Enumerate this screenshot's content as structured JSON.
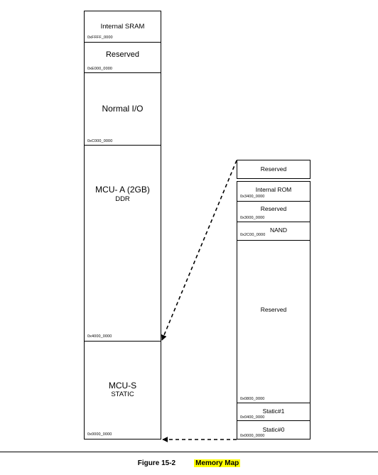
{
  "left_map": [
    {
      "label": "Internal SRAM",
      "sublabel": "",
      "address": "0xFFFF_0000"
    },
    {
      "label": "Reserved",
      "sublabel": "",
      "address": "0xE000_0000"
    },
    {
      "label": "Normal I/O",
      "sublabel": "",
      "address": "0xC000_0000"
    },
    {
      "label": "MCU- A (2GB)",
      "sublabel": "DDR",
      "address": "0x4000_0000"
    },
    {
      "label": "MCU-S",
      "sublabel": "STATIC",
      "address": "0x0000_0000"
    }
  ],
  "right_map": [
    {
      "label": "Reserved",
      "address": ""
    },
    {
      "label": "Internal ROM",
      "address": "0x3400_0000"
    },
    {
      "label": "Reserved",
      "address": "0x3000_0000"
    },
    {
      "label": "NAND",
      "address": "0x2C00_0000"
    },
    {
      "label": "Reserved",
      "address": "0x0800_0000"
    },
    {
      "label": "Static#1",
      "address": "0x0400_0000"
    },
    {
      "label": "Static#0",
      "address": "0x0000_0000"
    }
  ],
  "caption": {
    "number": "Figure 15-2",
    "title": "Memory Map"
  }
}
